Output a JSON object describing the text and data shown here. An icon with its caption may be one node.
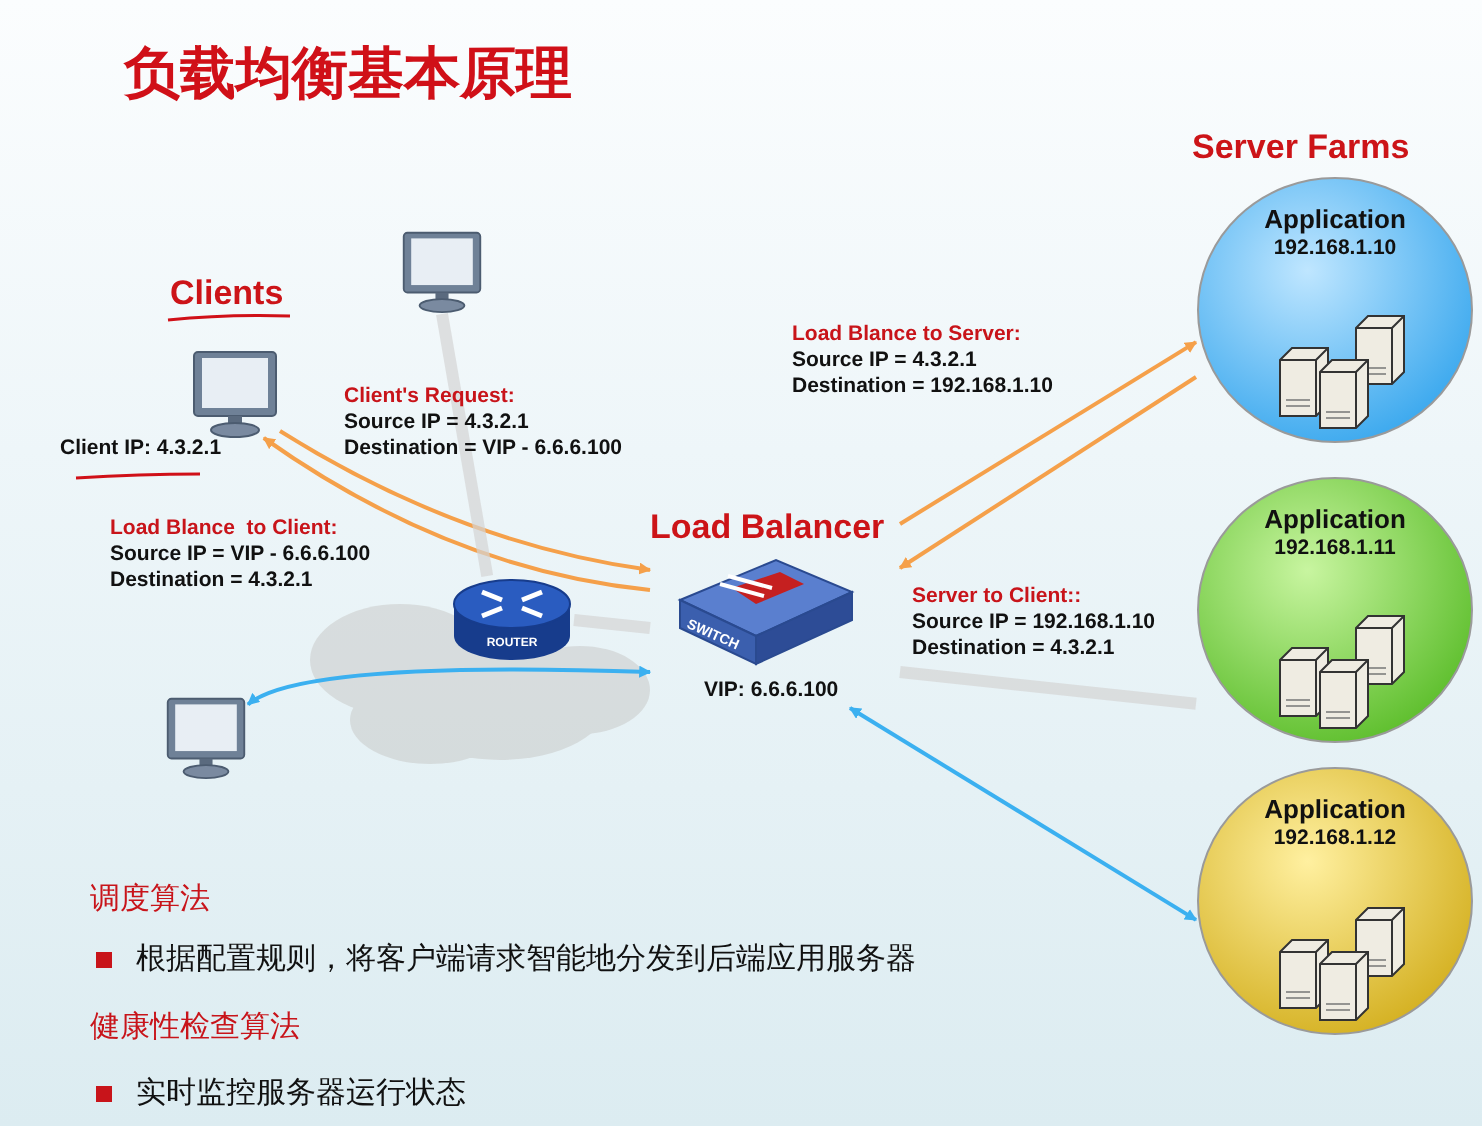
{
  "diagram": {
    "title": "负载均衡基本原理",
    "nodes": [
      {
        "text": [],
        "shape": "picture",
        "beside": [
          "Client IP: 4.3.2.1"
        ]
      },
      {
        "text": [],
        "shape": "picture"
      },
      {
        "text": [],
        "shape": "picture"
      },
      {
        "text": [
          "ROUTER"
        ]
      },
      {
        "text": [
          "Load Balancer",
          "SWITCH"
        ],
        "beside": [
          "VIP: 6.6.6.100"
        ]
      },
      {
        "text": [
          "Application",
          "192.168.1.10"
        ]
      },
      {
        "text": [
          "Application",
          "192.168.1.11"
        ]
      },
      {
        "text": [
          "Application",
          "192.168.1.12"
        ]
      }
    ],
    "edges": [
      {
        "from": 0,
        "to": 4,
        "arrow": "to",
        "color": "#f5a04a"
      },
      {
        "from": 4,
        "to": 0,
        "arrow": "to",
        "color": "#f5a04a"
      },
      {
        "from": 4,
        "to": 5,
        "arrow": "to",
        "color": "#f5a04a"
      },
      {
        "from": 5,
        "to": 4,
        "arrow": "to",
        "color": "#f5a04a"
      },
      {
        "from": 4,
        "to": 2,
        "arrow": "both",
        "color": "#3bb0f0"
      },
      {
        "from": 4,
        "to": 7,
        "arrow": "both",
        "color": "#3bb0f0"
      },
      {
        "from": 1,
        "to": 3,
        "arrow": "none",
        "style": "thick",
        "color": "#d4d4d4"
      },
      {
        "from": 3,
        "to": 4,
        "arrow": "none",
        "style": "thick",
        "color": "#d4d4d4"
      },
      {
        "from": 4,
        "to": 6,
        "arrow": "none",
        "style": "thick",
        "color": "#d4d4d4"
      }
    ],
    "labels": [
      "Clients",
      "Client's Request:",
      "Source IP = 4.3.2.1",
      "Destination = VIP - 6.6.6.100",
      "Load Blance  to Client:",
      "Source IP = VIP - 6.6.6.100",
      "Destination = 4.3.2.1",
      "Load Blance to Server:",
      "Source IP = 4.3.2.1",
      "Destination = 192.168.1.10",
      "Server Farms",
      "Server to Client::",
      "Source IP = 192.168.1.10",
      "Destination = 4.3.2.1",
      "调度算法",
      "根据配置规则，将客户端请求智能地分发到后端应用服务器",
      "健康性检查算法",
      "实时监控服务器运行状态"
    ]
  }
}
